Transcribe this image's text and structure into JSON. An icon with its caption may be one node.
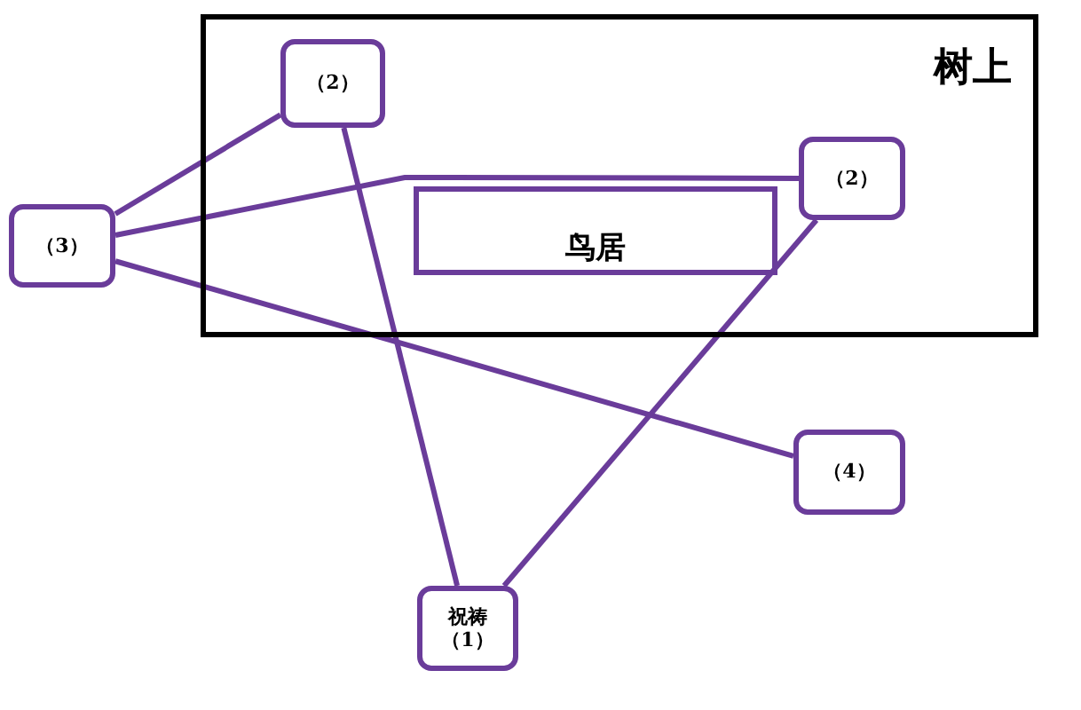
{
  "diagram": {
    "nodes": [
      {
        "text": [
          "树上"
        ]
      },
      {
        "text": [
          "（2）"
        ],
        "in": 0
      },
      {
        "text": [
          "鸟居"
        ],
        "in": 0
      },
      {
        "text": [
          "（2）"
        ],
        "in": 0
      },
      {
        "text": [
          "（3）"
        ]
      },
      {
        "text": [
          "（4）"
        ]
      },
      {
        "text": [
          "祝祷",
          "（1）"
        ]
      }
    ],
    "edges": [
      {
        "from": 4,
        "to": 1,
        "arrow": "none"
      },
      {
        "from": 4,
        "to": 3,
        "arrow": "none"
      },
      {
        "from": 4,
        "to": 5,
        "arrow": "none"
      },
      {
        "from": 1,
        "to": 6,
        "arrow": "none"
      },
      {
        "from": 3,
        "to": 6,
        "arrow": "none"
      }
    ]
  }
}
